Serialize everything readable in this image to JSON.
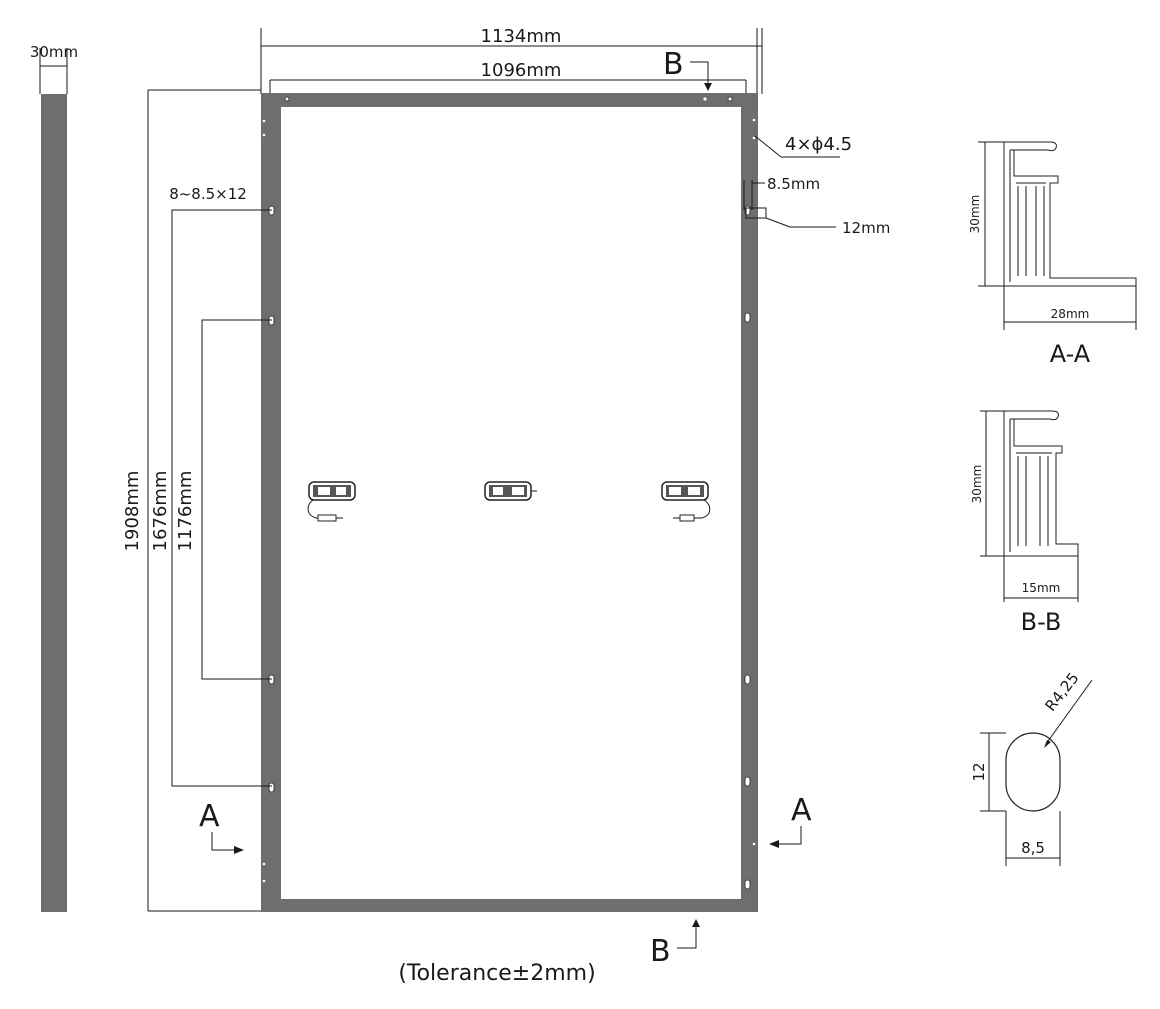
{
  "dimensions": {
    "side_thickness": "30mm",
    "overall_width": "1134mm",
    "inner_width": "1096mm",
    "overall_height": "1908mm",
    "hole_pitch_outer": "1676mm",
    "hole_pitch_inner": "1176mm",
    "mount_hole_spec": "8~8.5×12",
    "ground_hole_spec": "4×ϕ4.5",
    "slot_width": "8.5mm",
    "slot_length": "12mm"
  },
  "section_markers": {
    "a": "A",
    "b": "B"
  },
  "sections": {
    "aa": {
      "label": "A-A",
      "height": "30mm",
      "width": "28mm"
    },
    "bb": {
      "label": "B-B",
      "height": "30mm",
      "width": "15mm"
    }
  },
  "slot_detail": {
    "radius": "R4,25",
    "length": "12",
    "width": "8,5"
  },
  "tolerance": "(Tolerance±2mm)",
  "colors": {
    "frame": "#6e6e6e",
    "line": "#1a1a1a"
  }
}
